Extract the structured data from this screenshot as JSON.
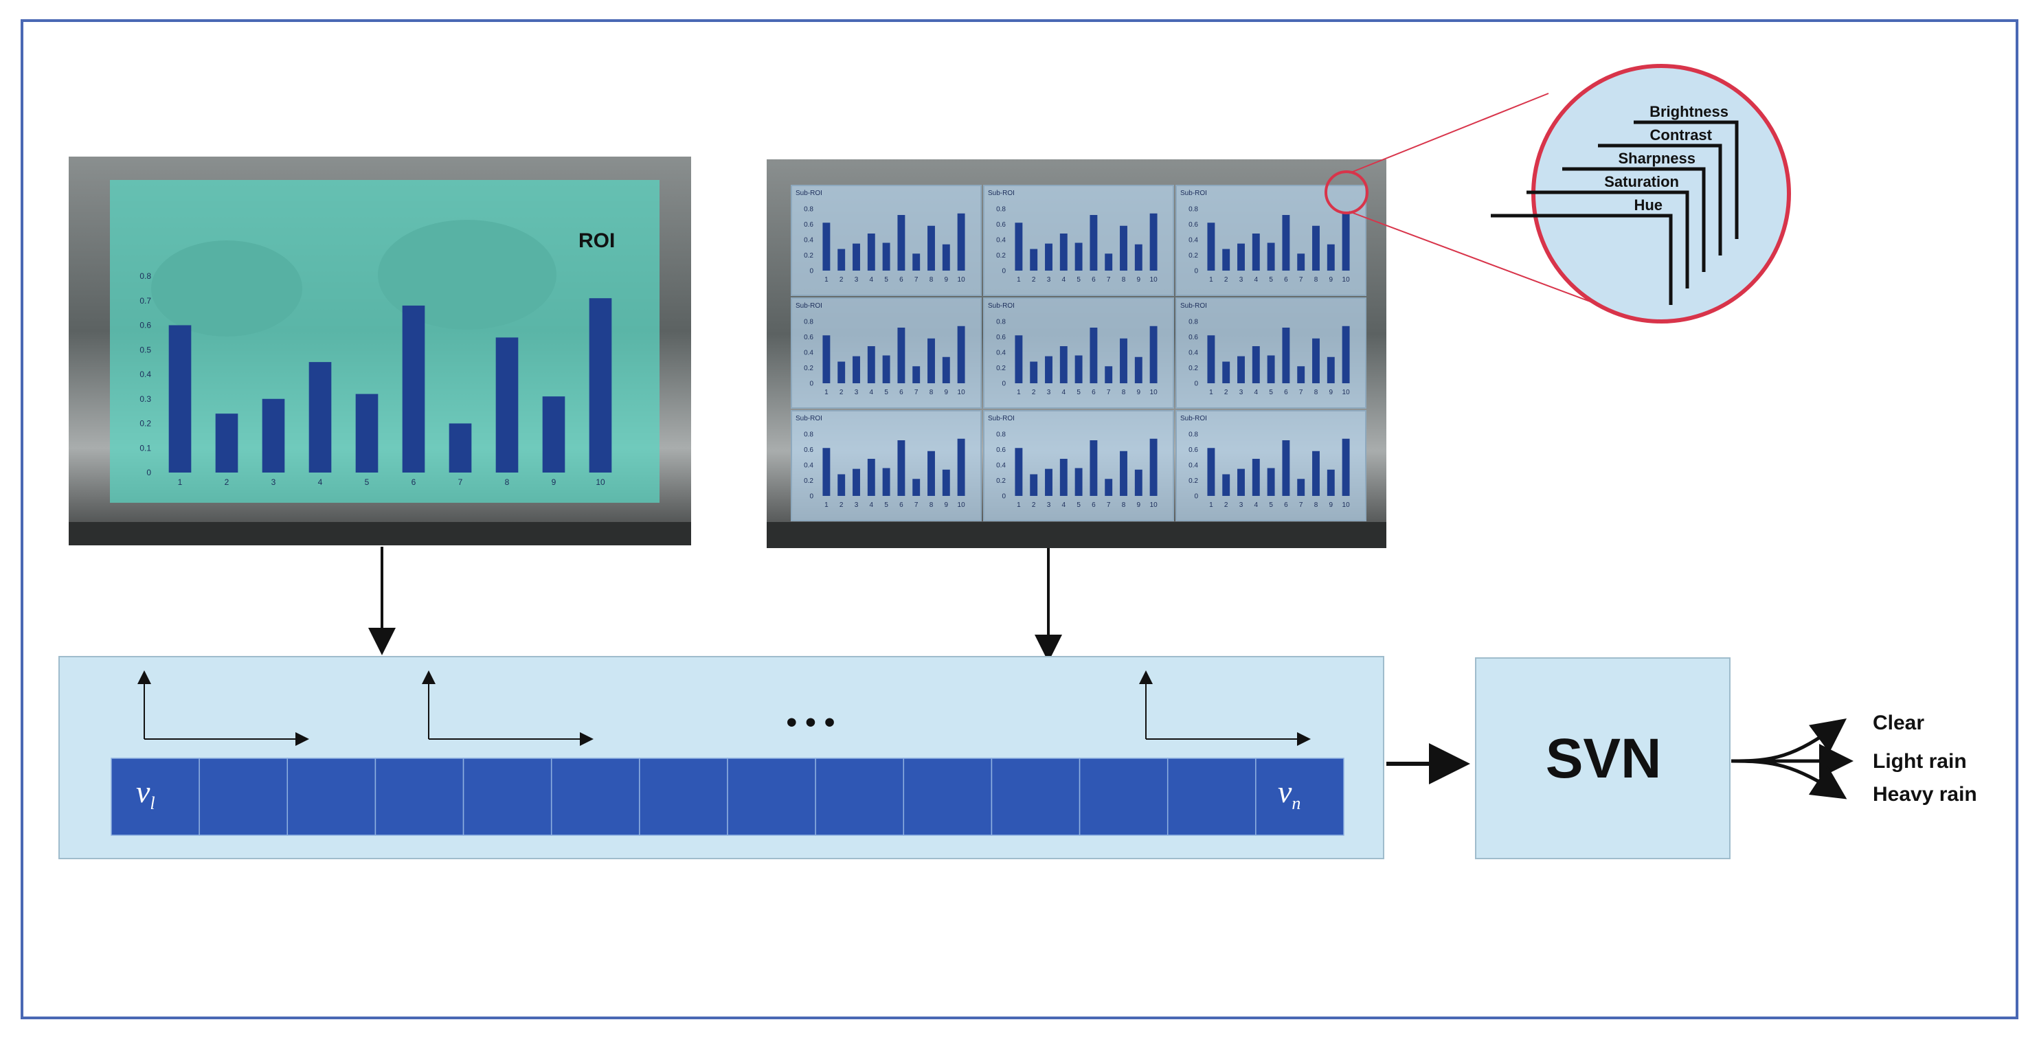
{
  "diagram": {
    "roi_label": "ROI",
    "sub_roi_label": "Sub-ROI",
    "vector_first": "v",
    "vector_first_sub": "l",
    "vector_last": "v",
    "vector_last_sub": "n",
    "ellipsis": "• • •",
    "classifier_label": "SVN",
    "features": [
      "Brightness",
      "Contrast",
      "Sharpness",
      "Saturation",
      "Hue"
    ],
    "outputs": [
      "Clear",
      "Light rain",
      "Heavy rain"
    ]
  },
  "roi_histogram": {
    "categories": [
      "1",
      "2",
      "3",
      "4",
      "5",
      "6",
      "7",
      "8",
      "9",
      "10"
    ],
    "values": [
      0.6,
      0.24,
      0.3,
      0.45,
      0.32,
      0.68,
      0.2,
      0.55,
      0.31,
      0.71
    ],
    "y_ticks": [
      "0",
      "0.1",
      "0.2",
      "0.3",
      "0.4",
      "0.5",
      "0.6",
      "0.7",
      "0.8"
    ],
    "ylim": [
      0,
      0.8
    ]
  },
  "sub_roi_histogram": {
    "categories": [
      "1",
      "2",
      "3",
      "4",
      "5",
      "6",
      "7",
      "8",
      "9",
      "10"
    ],
    "values": [
      0.62,
      0.28,
      0.35,
      0.48,
      0.36,
      0.72,
      0.22,
      0.58,
      0.34,
      0.74
    ],
    "y_ticks": [
      "0",
      "0.2",
      "0.4",
      "0.6",
      "0.8"
    ],
    "ylim": [
      0,
      0.8
    ]
  },
  "colors": {
    "bar": "#1f3f8f",
    "roi_overlay": "#5ad6c2",
    "sub_overlay": "#b7d4ec",
    "panel": "#cde6f3",
    "vector_cell": "#2f57b4",
    "frame": "#4a68b4",
    "zoom_circle": "#d8344a"
  }
}
